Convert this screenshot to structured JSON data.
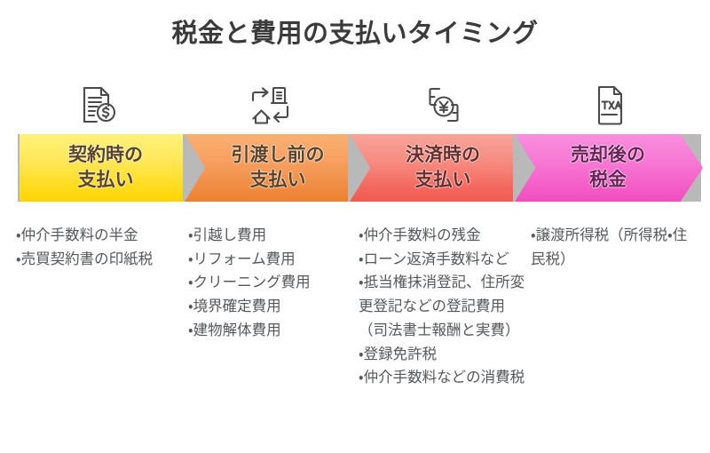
{
  "title": "税金と費用の支払いタイミング",
  "colors": {
    "title_text": "#3b3b3b",
    "body_text": "#55585b",
    "stage1": "#ffdd22",
    "stage2": "#f08c42",
    "stage3": "#f4675e",
    "stage4": "#f35cc6"
  },
  "stages": [
    {
      "icon": "document-dollar-icon",
      "label": "契約時の\n支払い",
      "details": "・仲介手数料の半金\n・売買契約書の印紙税"
    },
    {
      "icon": "house-move-icon",
      "label": "引渡し前の\n支払い",
      "details": "・引越し費用\n・リフォーム費用\n・クリーニング費用\n・境界確定費用\n・建物解体費用"
    },
    {
      "icon": "money-transfer-yen-icon",
      "label": "決済時の\n支払い",
      "details": "・仲介手数料の残金\n・ローン返済手数料など\n・抵当権抹消登記、住所変更登記などの登記費用（司法書士報酬と実費）\n・登録免許税\n・仲介手数料などの消費税"
    },
    {
      "icon": "tax-document-icon",
      "label": "売却後の\n税金",
      "details": "・譲渡所得税（所得税・住民税）"
    }
  ]
}
